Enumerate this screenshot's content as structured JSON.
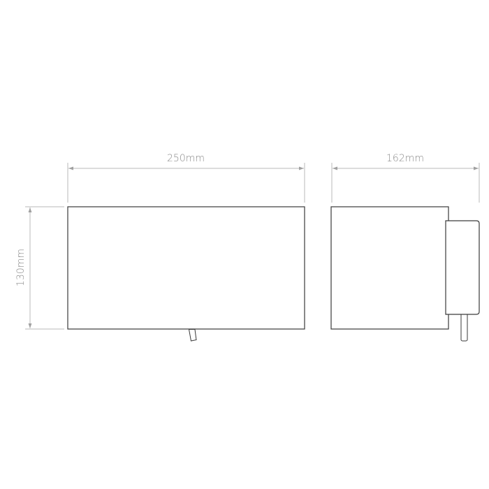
{
  "drawing": {
    "front_view": {
      "width_label": "250mm",
      "height_label": "130mm"
    },
    "side_view": {
      "depth_label": "162mm"
    },
    "colors": {
      "outline": "#3a3a3a",
      "dimension": "#b0b0b0",
      "dimension_text": "#8a8a8a"
    }
  }
}
